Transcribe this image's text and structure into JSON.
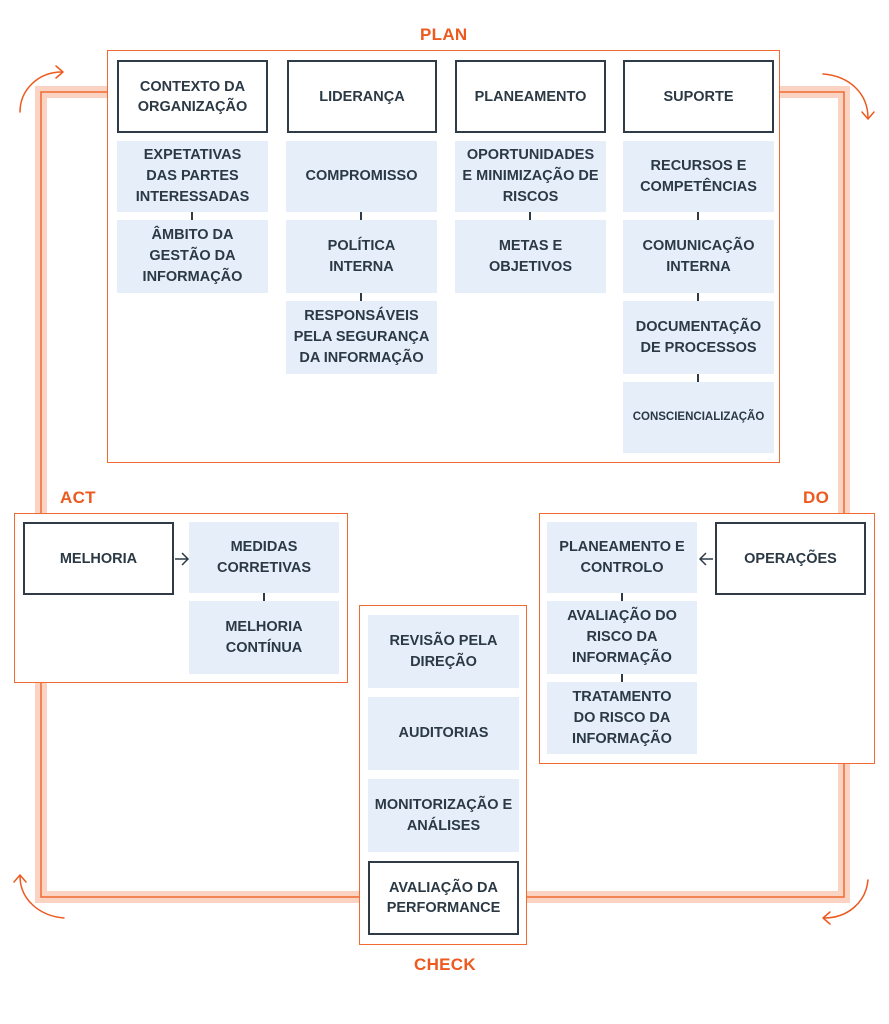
{
  "colors": {
    "accent": "#ec5a1f",
    "band": "#fbd3c2",
    "box_fill": "#e6eef9",
    "text": "#2b3945"
  },
  "phases": {
    "plan": "PLAN",
    "do": "DO",
    "check": "CHECK",
    "act": "ACT"
  },
  "plan": {
    "contexto": {
      "title": "CONTEXTO DA ORGANIZAÇÃO",
      "items": [
        "EXPETATIVAS DAS PARTES INTERESSADAS",
        "ÂMBITO DA GESTÃO DA INFORMAÇÃO"
      ]
    },
    "lideranca": {
      "title": "LIDERANÇA",
      "items": [
        "COMPROMISSO",
        "POLÍTICA INTERNA",
        "RESPONSÁVEIS PELA SEGURANÇA DA INFORMAÇÃO"
      ]
    },
    "planeamento": {
      "title": "PLANEAMENTO",
      "items": [
        "OPORTUNIDADES E MINIMIZAÇÃO DE RISCOS",
        "METAS E OBJETIVOS"
      ]
    },
    "suporte": {
      "title": "SUPORTE",
      "items": [
        "RECURSOS E COMPETÊNCIAS",
        "COMUNICAÇÃO INTERNA",
        "DOCUMENTAÇÃO DE PROCESSOS",
        "CONSCIENCIALIZAÇÃO"
      ]
    }
  },
  "act": {
    "title": "MELHORIA",
    "items": [
      "MEDIDAS CORRETIVAS",
      "MELHORIA CONTÍNUA"
    ]
  },
  "do": {
    "title": "OPERAÇÕES",
    "items": [
      "PLANEAMENTO E CONTROLO",
      "AVALIAÇÃO DO RISCO DA INFORMAÇÃO",
      "TRATAMENTO DO RISCO DA INFORMAÇÃO"
    ]
  },
  "check": {
    "title": "AVALIAÇÃO DA PERFORMANCE",
    "items": [
      "REVISÃO PELA DIREÇÃO",
      "AUDITORIAS",
      "MONITORIZAÇÃO E ANÁLISES"
    ]
  }
}
